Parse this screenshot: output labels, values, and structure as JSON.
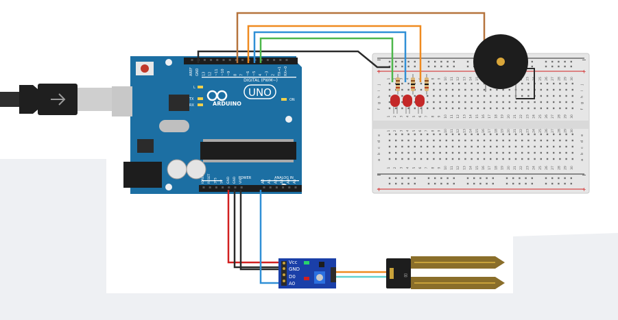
{
  "arduino": {
    "brand": "ARDUINO",
    "model": "UNO",
    "digital_label": "DIGITAL (PWM~)",
    "power_label": "POWER",
    "analog_label": "ANALOG IN",
    "on_label": "ON",
    "l_label": "L",
    "tx_label": "TX",
    "rx_label": "RX",
    "digital_pins": [
      "AREF",
      "GND",
      "13",
      "12",
      "~11",
      "~10",
      "~9",
      "8",
      "7",
      "~6",
      "~5",
      "4",
      "~3",
      "2",
      "TX→1",
      "RX←0"
    ],
    "power_pins": [
      "IOREF",
      "RESET",
      "3V3",
      "5V",
      "GND",
      "GND",
      "VIN"
    ],
    "analog_pins": [
      "A0",
      "A1",
      "A2",
      "A3",
      "A4",
      "A5"
    ]
  },
  "breadboard": {
    "columns": [
      "1",
      "2",
      "3",
      "4",
      "5",
      "6",
      "7",
      "8",
      "9",
      "10",
      "11",
      "12",
      "13",
      "14",
      "15",
      "16",
      "17",
      "18",
      "19",
      "20",
      "21",
      "22",
      "23",
      "24",
      "25",
      "26",
      "27",
      "28",
      "29",
      "30"
    ],
    "rows_top": [
      "j",
      "i",
      "h",
      "g",
      "f"
    ],
    "rows_bottom": [
      "e",
      "d",
      "c",
      "b",
      "a"
    ],
    "rail_plus": "+",
    "rail_minus": "−"
  },
  "sensor_module": {
    "pins": [
      "Vcc",
      "GND",
      "D0",
      "A0"
    ]
  },
  "colors": {
    "board": "#1c6fa3",
    "wire_brown": "#b5733c",
    "wire_orange": "#ef8a1f",
    "wire_blue": "#2f8fd6",
    "wire_green": "#4cb74a",
    "wire_black": "#2a2a2a",
    "wire_red": "#d11f1f",
    "wire_cyan": "#5fd2d0",
    "led": "#c42828",
    "probe": "#8a6e2a"
  }
}
